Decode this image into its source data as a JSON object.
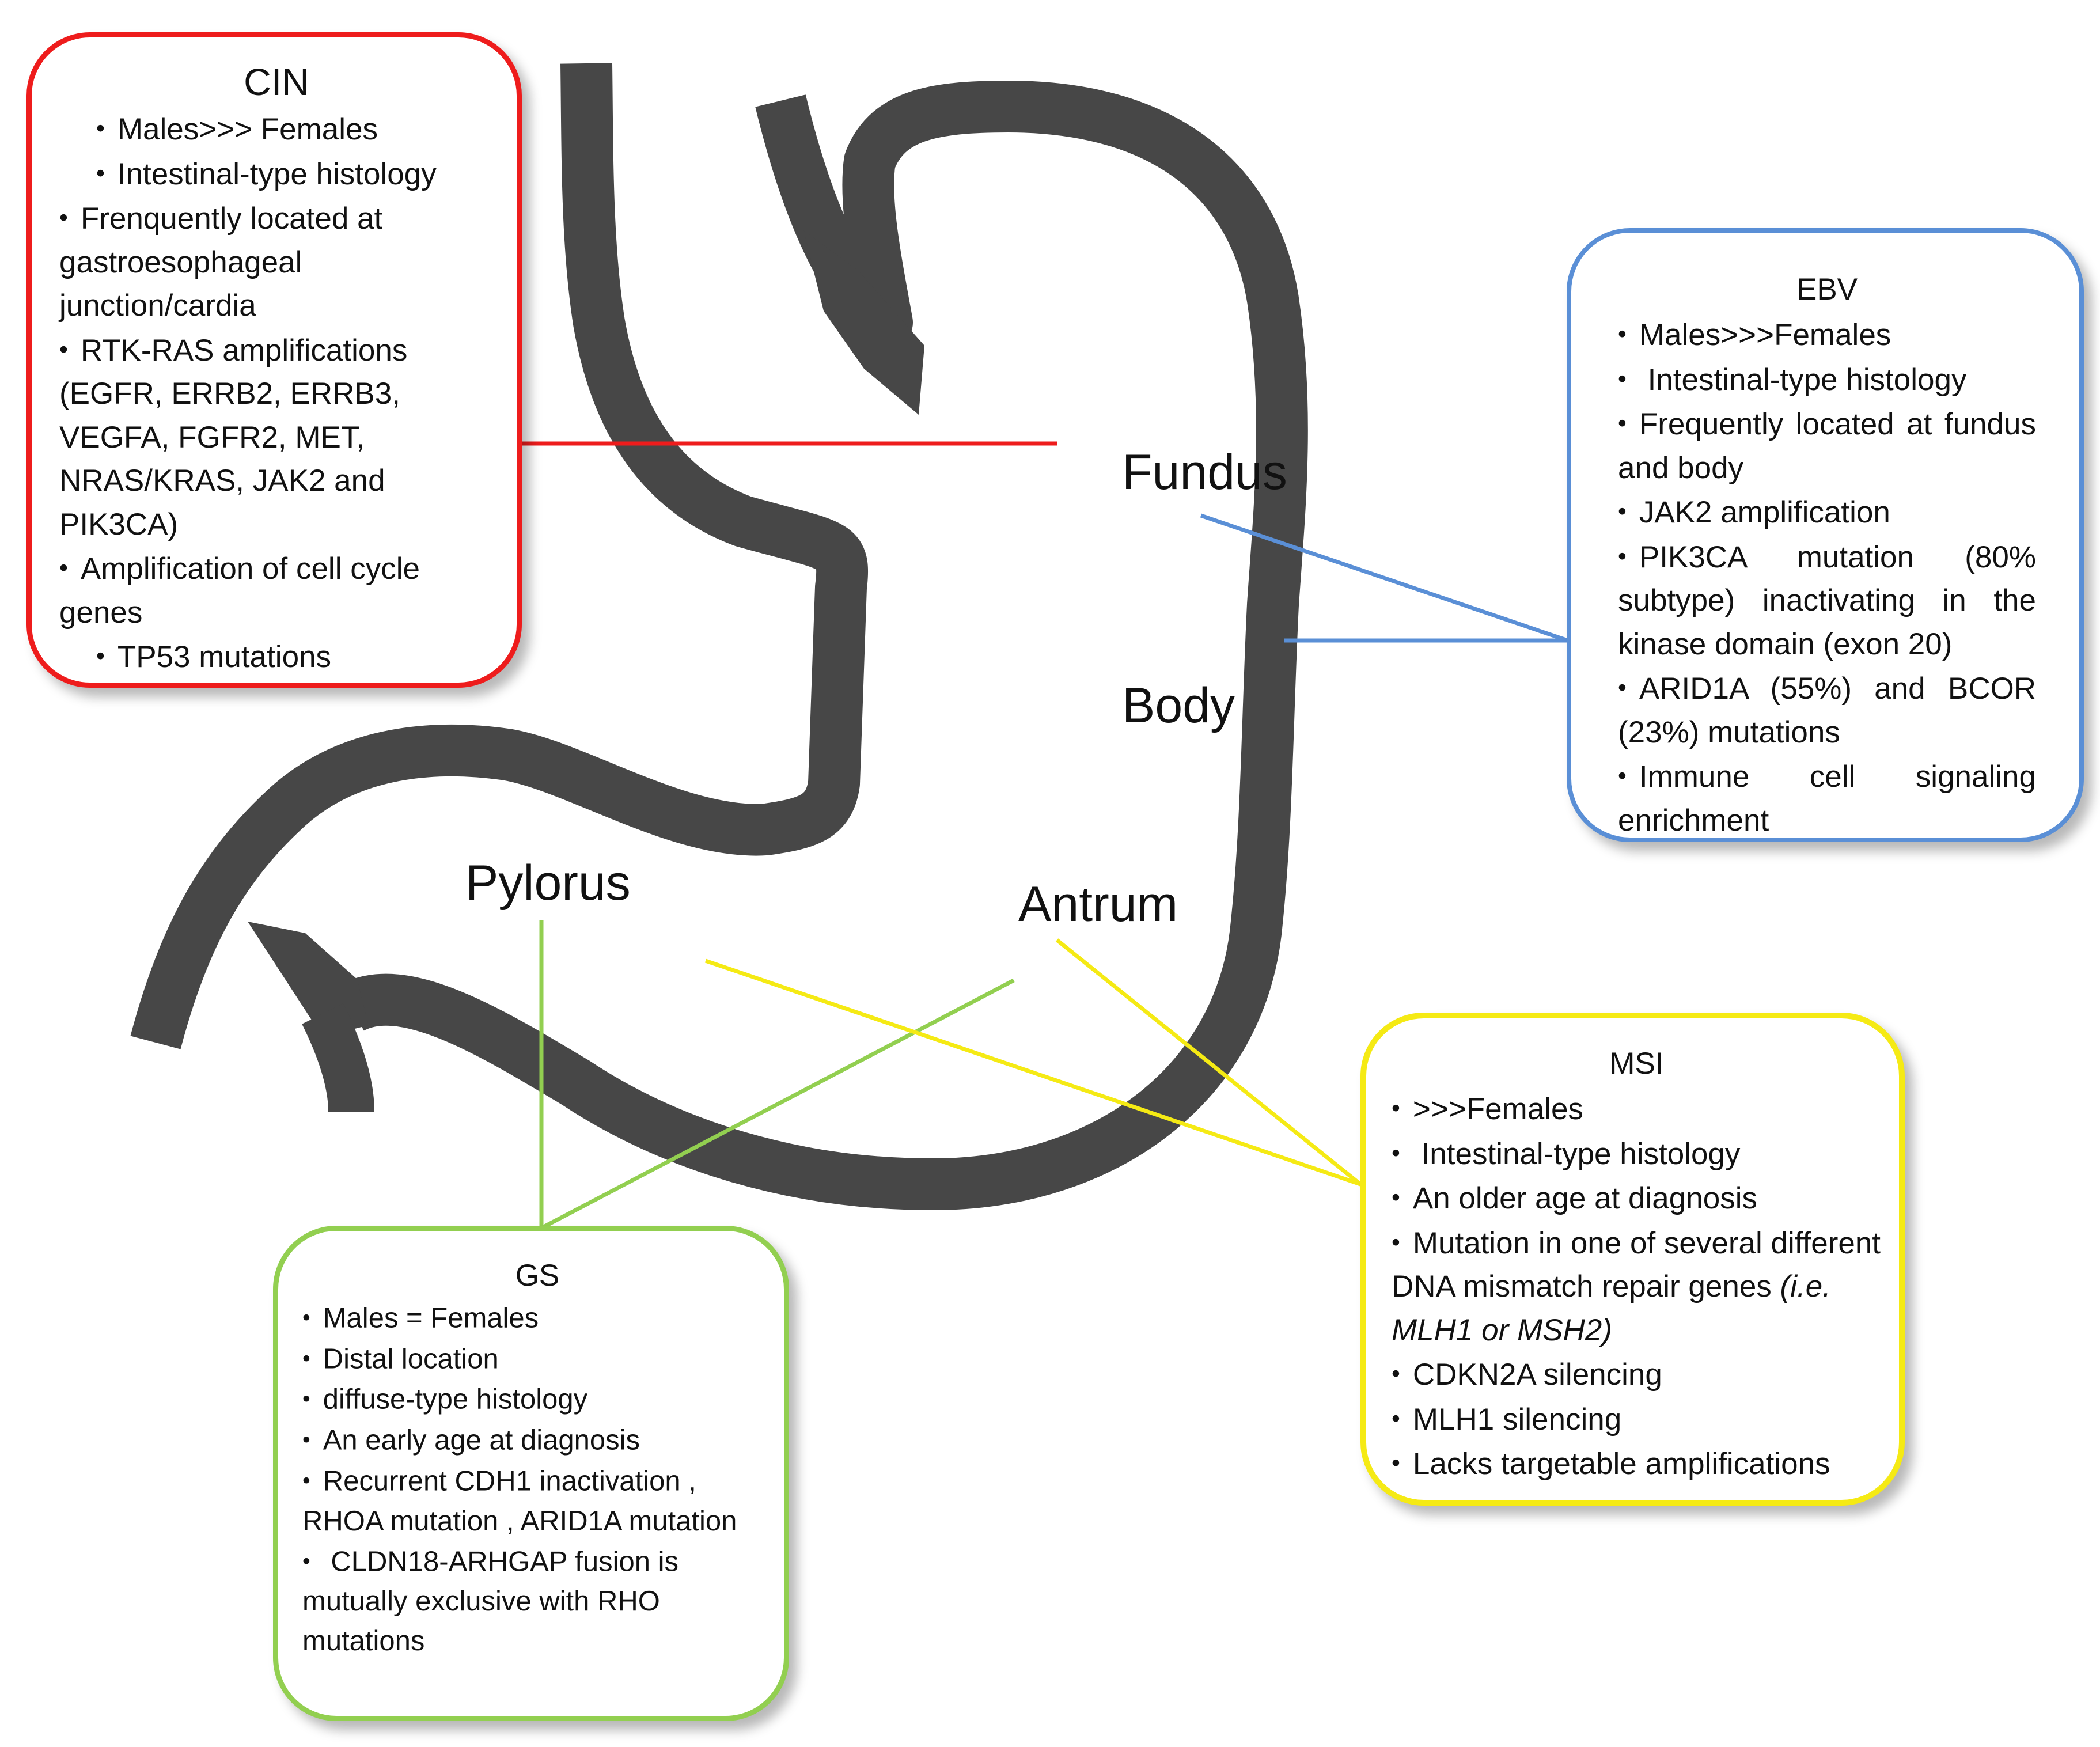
{
  "colors": {
    "stomach": "#474747",
    "cin": "#ee1c1c",
    "ebv": "#5a8fd6",
    "msi": "#f5ea14",
    "gs": "#92cf50"
  },
  "regions": {
    "fundus": "Fundus",
    "body": "Body",
    "pylorus": "Pylorus",
    "antrum": "Antrum"
  },
  "cin": {
    "title": "CIN",
    "items": [
      "Males>>> Females",
      "Intestinal-type  histology",
      "Frenquently located at gastroesophageal junction/cardia",
      "RTK-RAS amplifications (EGFR, ERRB2,  ERRB3, VEGFA, FGFR2, MET, NRAS/KRAS, JAK2 and PIK3CA)",
      "Amplification of cell cycle genes",
      "TP53 mutations"
    ]
  },
  "ebv": {
    "title": "EBV",
    "items": [
      "Males>>>Females",
      " Intestinal-type histology",
      "Frequently located at fundus and body",
      "JAK2  amplification",
      "PIK3CA mutation (80% subtype) inactivating in the kinase domain (exon 20)",
      "ARID1A (55%) and BCOR (23%) mutations",
      "Immune cell signaling enrichment"
    ]
  },
  "msi": {
    "title": "MSI",
    "items": [
      ">>>Females",
      " Intestinal-type histology",
      "An older age at diagnosis",
      "Mutation in one of several different DNA mismatch repair genes",
      "CDKN2A silencing",
      "MLH1 silencing",
      "Lacks targetable amplifications"
    ],
    "dna_gene_examples": "(i.e. MLH1 or MSH2)"
  },
  "gs": {
    "title": "GS",
    "items": [
      "Males = Females",
      "Distal location",
      "diffuse-type histology",
      "An early age at diagnosis",
      "Recurrent CDH1 inactivation , RHOA mutation , ARID1A mutation",
      " CLDN18-ARHGAP fusion is mutually exclusive with RHO mutations"
    ]
  }
}
